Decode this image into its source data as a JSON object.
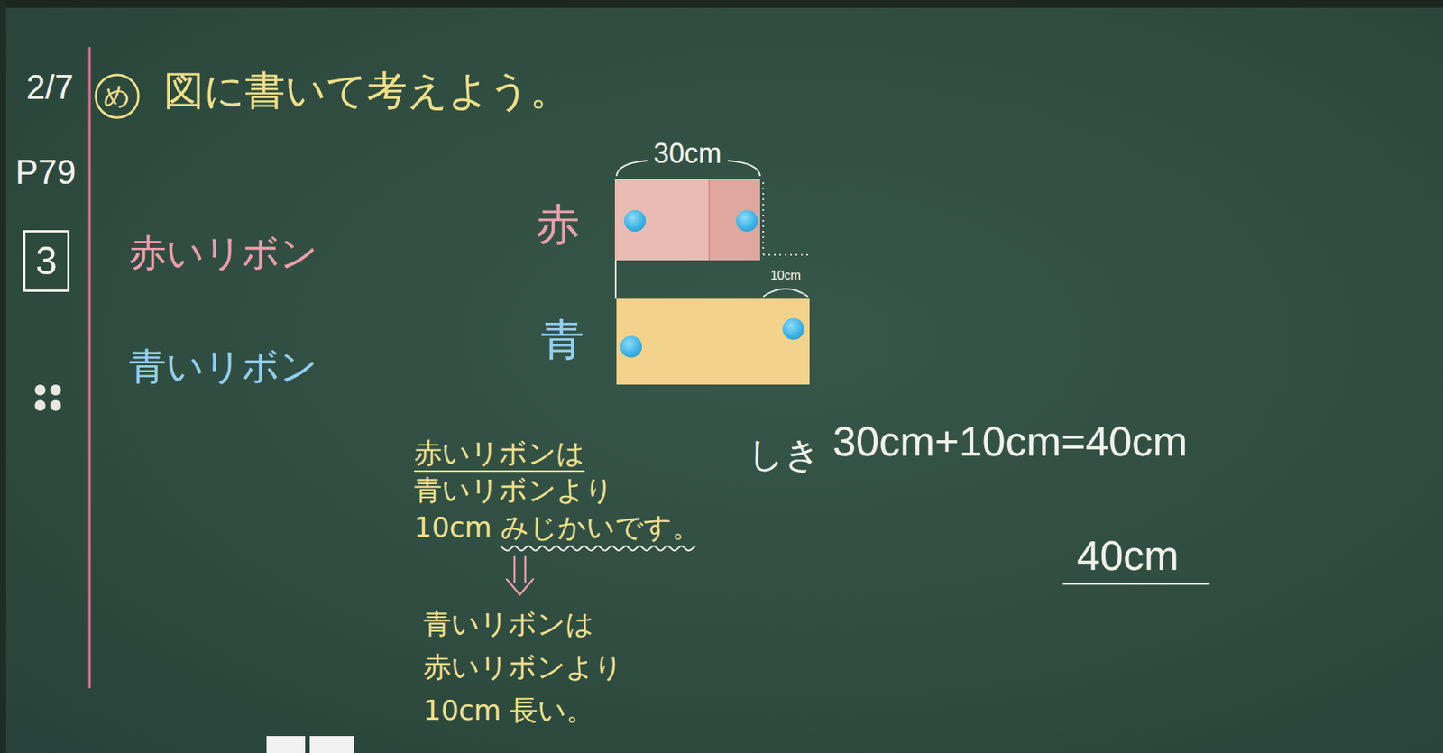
{
  "diagram": {
    "title": "図に書いて考えよう。",
    "nodes": [
      {
        "text": [
          "め"
        ]
      },
      {
        "text": [
          "3"
        ]
      },
      {
        "text": [
          "赤"
        ]
      },
      {
        "text": [
          "青"
        ]
      }
    ],
    "labels": [
      "2/7",
      "P79",
      "赤いリボン",
      "青いリボン",
      "30cm",
      "10cm",
      "赤いリボンは 青いリボンより 10cm みじかいです。",
      "青いリボンは 赤いリボンより 10cm 長い。",
      "しき",
      "30cm+10cm=40cm",
      "40cm"
    ]
  }
}
